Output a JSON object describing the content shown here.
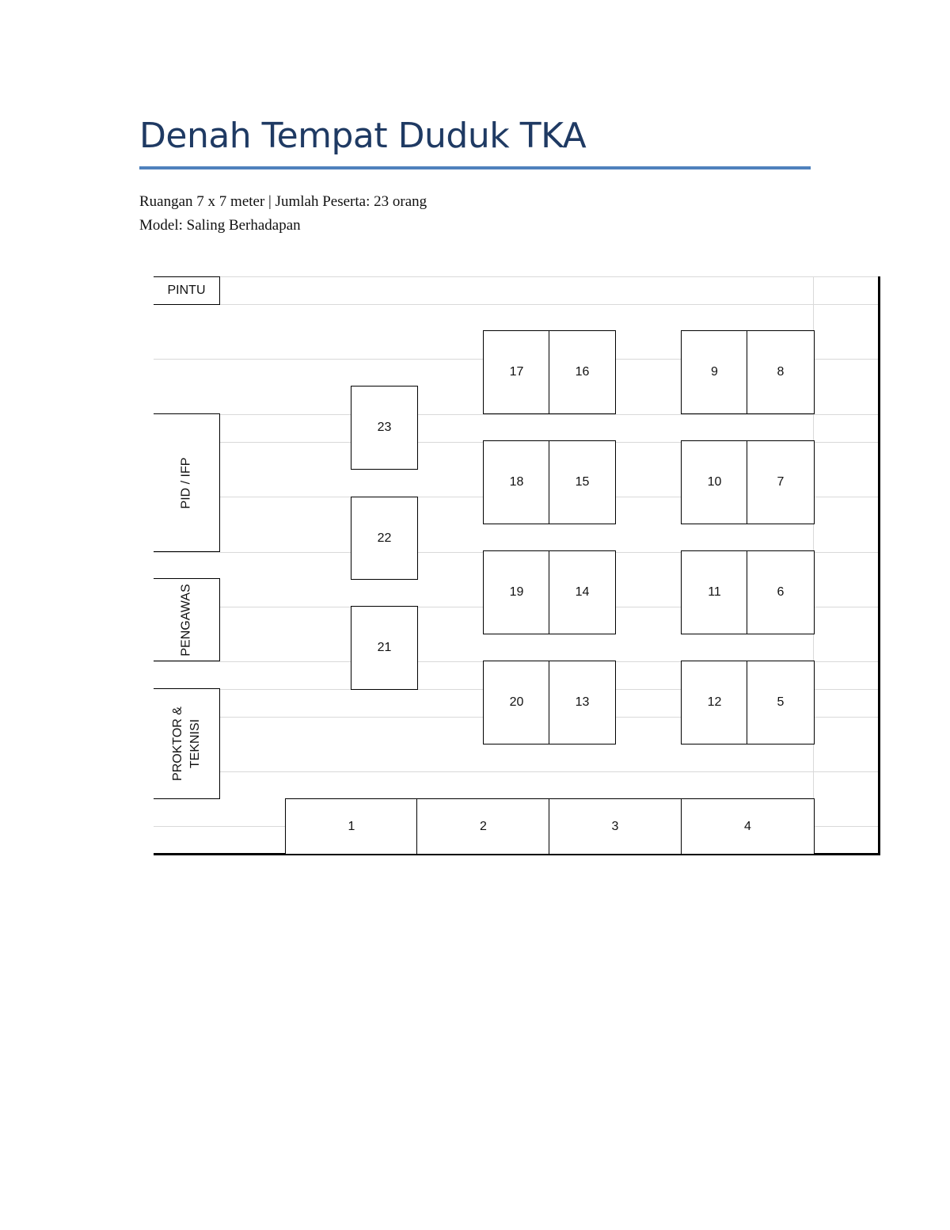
{
  "document": {
    "title": "Denah Tempat Duduk TKA",
    "info_line": "Ruangan 7 x 7 meter | Jumlah Peserta: 23 orang",
    "model_line": "Model: Saling Berhadapan"
  },
  "room": {
    "door": "PINTU",
    "pid": "PID / IFP",
    "pengawas": "PENGAWAS",
    "proktor_line1": "PROKTOR &",
    "proktor_line2": "TEKNISI"
  },
  "seats": {
    "s1": "1",
    "s2": "2",
    "s3": "3",
    "s4": "4",
    "s5": "5",
    "s6": "6",
    "s7": "7",
    "s8": "8",
    "s9": "9",
    "s10": "10",
    "s11": "11",
    "s12": "12",
    "s13": "13",
    "s14": "14",
    "s15": "15",
    "s16": "16",
    "s17": "17",
    "s18": "18",
    "s19": "19",
    "s20": "20",
    "s21": "21",
    "s22": "22",
    "s23": "23"
  }
}
